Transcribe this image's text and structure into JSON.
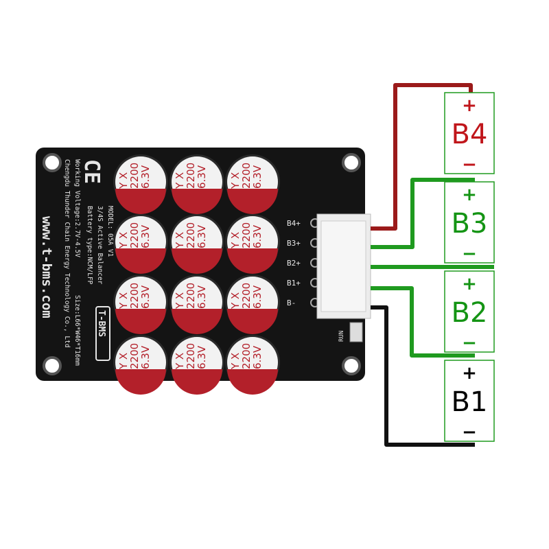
{
  "board": {
    "model_line": "MODEL:  05A  V1",
    "description": "3/4S Active Balancer",
    "battery_type": "Battery type:NCM/LFP",
    "working_voltage": "Working Voltage:2.7V-4.5V",
    "size": "Size:L66*W46*T16mm",
    "company": "Chengdu Thunder Chain Energy Technology Co., Ltd",
    "website": "www.t-bms.com",
    "logo": "T-BMS",
    "ce_mark": "CE",
    "run_label": "RUN",
    "pins": [
      "B4+",
      "B3+",
      "B2+",
      "B1+",
      "B-"
    ],
    "capacitor": {
      "brand": "Y X",
      "value": "2200",
      "voltage": "6.3V"
    }
  },
  "batteries": [
    {
      "label": "B4",
      "plus": "+",
      "minus": "−",
      "color": "#c0161b"
    },
    {
      "label": "B3",
      "plus": "+",
      "minus": "−",
      "color": "#149414"
    },
    {
      "label": "B2",
      "plus": "+",
      "minus": "−",
      "color": "#149414"
    },
    {
      "label": "B1",
      "plus": "+",
      "minus": "−",
      "color": "#000000"
    }
  ],
  "colors": {
    "red_wire": "#9b1a1a",
    "green_wire": "#1f9a1f",
    "black_wire": "#111111",
    "board": "#141414"
  }
}
